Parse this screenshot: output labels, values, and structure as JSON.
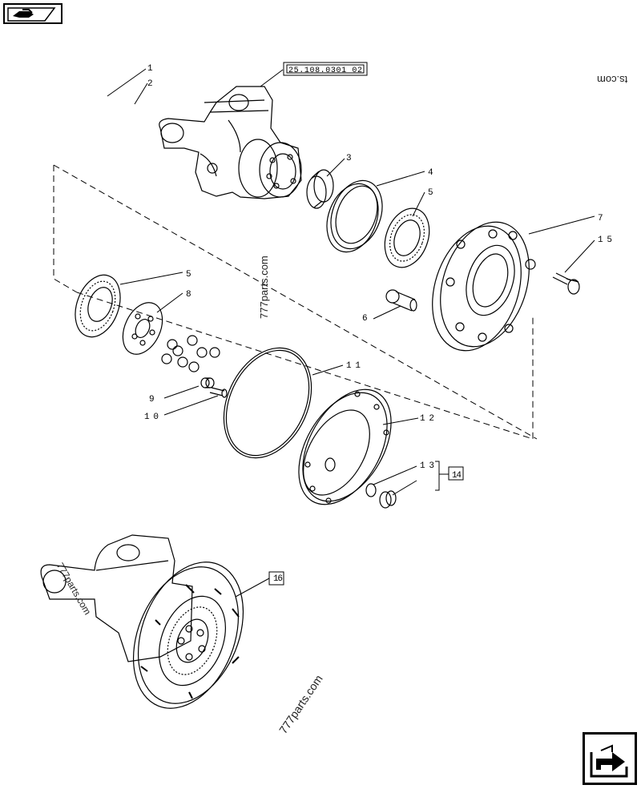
{
  "nav": {
    "prev_icon": "book-page-back-icon",
    "next_icon": "arrow-next-page-icon"
  },
  "reference_label": "25.108.0301 02",
  "callouts": [
    "1",
    "2",
    "3",
    "4",
    "5",
    "5",
    "6",
    "7",
    "8",
    "9",
    "10",
    "11",
    "12",
    "13",
    "14",
    "15",
    "16"
  ],
  "watermarks": [
    "777parts.com",
    "777parts.com",
    "ts.com",
    "777parts.com"
  ]
}
